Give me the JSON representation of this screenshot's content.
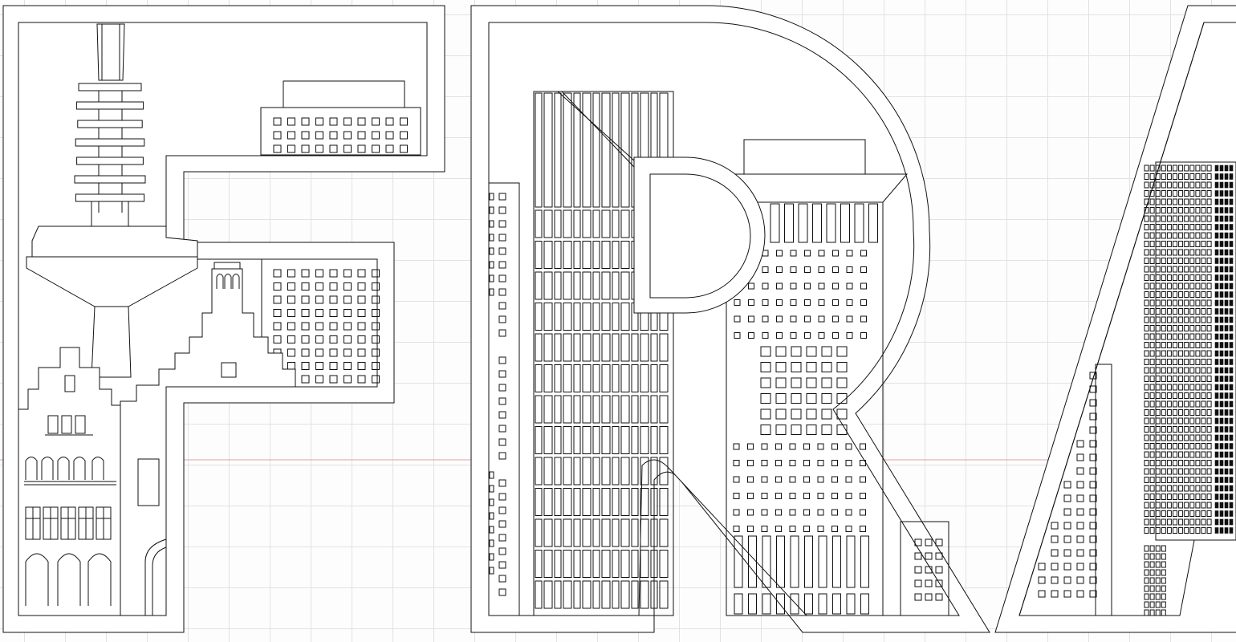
{
  "canvas": {
    "background": "#fdfdfd",
    "grid_color": "#e2e2e2",
    "stroke_color": "#111111",
    "axis_color": "#e6a0a0"
  },
  "drawing": {
    "letters": [
      "F",
      "R",
      "A"
    ]
  }
}
